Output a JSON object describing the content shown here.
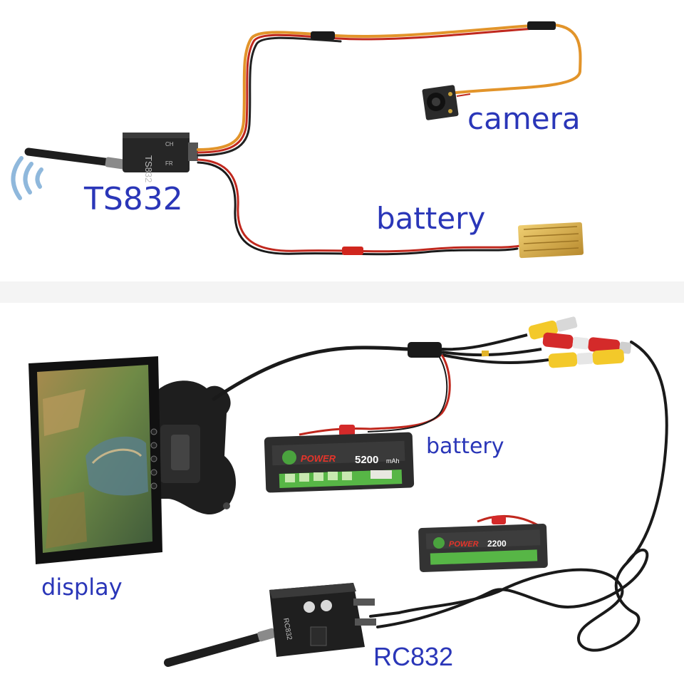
{
  "labels": {
    "transmitter": "TS832",
    "camera": "camera",
    "battery_top": "battery",
    "battery_bottom": "battery",
    "display": "display",
    "receiver": "RC832"
  },
  "device_text": {
    "ts832_body": "TS832",
    "ts832_ch": "CH",
    "ts832_fr": "FR",
    "rc832_body": "RC832",
    "battery1_brand": "POWER",
    "battery1_capacity": "5200",
    "battery1_unit": "mAh",
    "battery2_brand": "POWER",
    "battery2_capacity": "2200"
  },
  "colors": {
    "label_blue": "#2a36b8",
    "wire_red": "#c0281e",
    "wire_orange": "#e2942a",
    "wire_black": "#1a1a1a",
    "battery_gold": "#d8b04a",
    "lipo_green": "#57b646",
    "rca_yellow": "#f3c92a",
    "rca_red": "#d42a2a"
  }
}
